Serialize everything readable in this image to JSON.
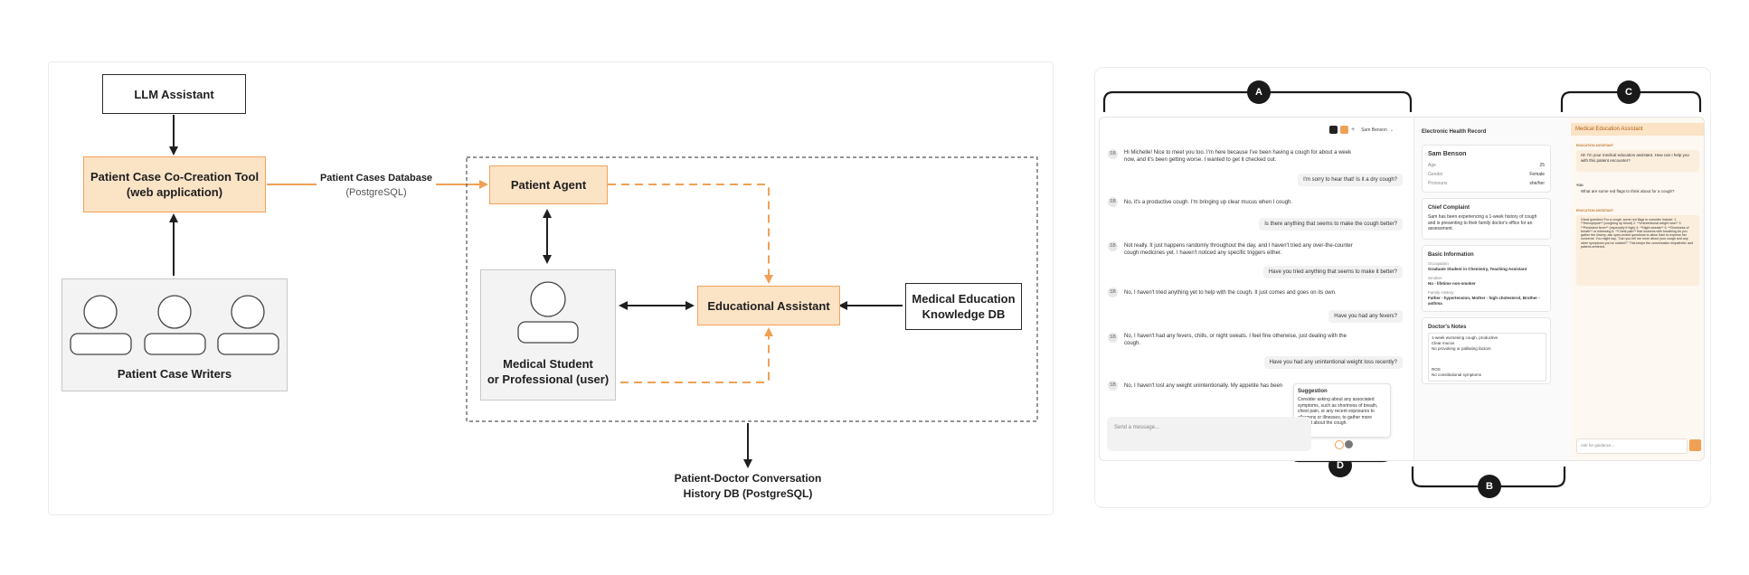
{
  "architecture": {
    "llm_assistant": "LLM Assistant",
    "cocreation_tool_line1": "Patient Case Co-Creation Tool",
    "cocreation_tool_line2": "(web application)",
    "cases_db_label": "Patient Cases Database",
    "cases_db_sub": "(PostgreSQL)",
    "writers_label": "Patient Case Writers",
    "patient_agent": "Patient Agent",
    "educational_assistant": "Educational Assistant",
    "knowledge_db_line1": "Medical Education",
    "knowledge_db_line2": "Knowledge DB",
    "student_line1": "Medical Student",
    "student_line2": "or Professional (user)",
    "history_db_line1": "Patient-Doctor Conversation",
    "history_db_line2": "History DB (PostgreSQL)"
  },
  "mockup": {
    "callouts": [
      "A",
      "B",
      "C",
      "D"
    ],
    "header": {
      "user_name": "Sam Benson"
    },
    "chat": {
      "patient_avatar": "SB",
      "messages": [
        {
          "role": "patient",
          "text": "Hi Michelle! Nice to meet you too. I'm here because I've been having a cough for about a week now, and it's been getting worse. I wanted to get it checked out."
        },
        {
          "role": "doctor",
          "text": "I'm sorry to hear that! Is it a dry cough?"
        },
        {
          "role": "patient",
          "text": "No, it's a productive cough. I'm bringing up clear mucus when I cough."
        },
        {
          "role": "doctor",
          "text": "Is there anything that seems to make the cough better?"
        },
        {
          "role": "patient",
          "text": "Not really. It just happens randomly throughout the day, and I haven't tried any over-the-counter cough medicines yet. I haven't noticed any specific triggers either."
        },
        {
          "role": "doctor",
          "text": "Have you tried anything that seems to make it better?"
        },
        {
          "role": "patient",
          "text": "No, I haven't tried anything yet to help with the cough. It just comes and goes on its own."
        },
        {
          "role": "doctor",
          "text": "Have you had any fevers?"
        },
        {
          "role": "patient",
          "text": "No, I haven't had any fevers, chills, or night sweats. I feel fine otherwise, just dealing with the cough."
        },
        {
          "role": "doctor",
          "text": "Have you had any unintentional weight loss recently?"
        },
        {
          "role": "patient",
          "text": "No, I haven't lost any weight unintentionally. My appetite has been"
        }
      ],
      "input_placeholder": "Send a message...",
      "suggestion_title": "Suggestion",
      "suggestion_text": "Consider asking about any associated symptoms, such as shortness of breath, chest pain, or any recent exposures to allergens or illnesses, to gather more context about the cough."
    },
    "ehr": {
      "title": "Electronic Health Record",
      "patient_name": "Sam Benson",
      "fields": [
        {
          "label": "Age",
          "value": "25"
        },
        {
          "label": "Gender",
          "value": "Female"
        },
        {
          "label": "Pronouns",
          "value": "she/her"
        }
      ],
      "chief_complaint_title": "Chief Complaint",
      "chief_complaint_text": "Sam has been experiencing a 1-week history of cough and is presenting to their family doctor's office for an assessment.",
      "basic_info_title": "Basic Information",
      "occupation_label": "Occupation",
      "occupation_value": "Graduate Student in Chemistry, Teaching Assistant",
      "smoker_label": "Smoker",
      "smoker_value": "No - lifetime non-smoker",
      "family_label": "Family History",
      "family_value": "Father - hypertension, Mother - high cholesterol, Brother - asthma",
      "notes_title": "Doctor's Notes",
      "notes_lines": [
        "1-week worsening cough, productive",
        "Clear mucus",
        "No provoking or palliating factors",
        "",
        "",
        "ROS",
        "No constitutional symptoms"
      ]
    },
    "edu": {
      "title": "Medical Education Assistant",
      "assistant_label": "EDUCATION ASSISTANT",
      "greeting": "Hi! I'm your medical education assistant. How can I help you with this patient encounter?",
      "you_label": "YOU",
      "user_question": "What are some red flags to think about for a cough?",
      "answer": "Great question! For a cough, some red flags to consider include: 1. **Hemoptysis** (coughing up blood) 2. **Unintentional weight loss** 3. **Persistent fever** (especially if high) 4. **Night sweats** 5. **Shortness of breath** or wheezing 6. **Chest pain** that worsens with breathing As you gather the history, ask open-ended questions to allow Sam to express her concerns. You might say, \"Can you tell me more about your cough and any other symptoms you've noticed?\" This keeps the conversation empathetic and patient-centered.",
      "input_placeholder": "Ask for guidance..."
    }
  }
}
